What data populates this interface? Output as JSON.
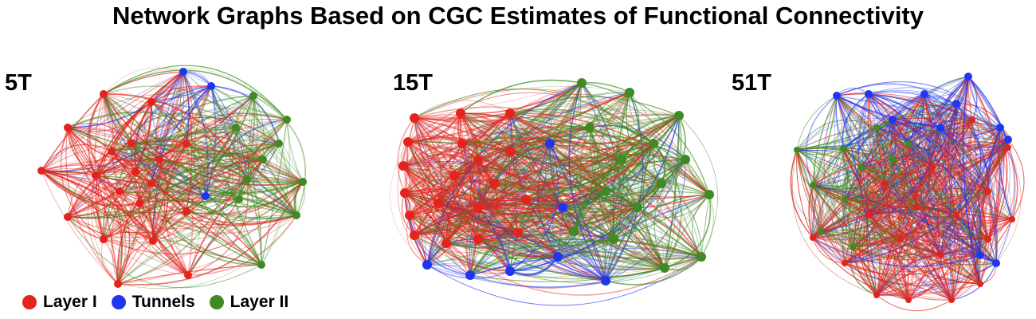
{
  "title": "Network Graphs Based on CGC Estimates of Functional Connectivity",
  "panels": [
    {
      "label": "5T"
    },
    {
      "label": "15T"
    },
    {
      "label": "51T"
    }
  ],
  "legend": [
    {
      "label": "Layer I",
      "color": "#e3231c"
    },
    {
      "label": "Tunnels",
      "color": "#1f36f0"
    },
    {
      "label": "Layer II",
      "color": "#3f8a23"
    }
  ]
}
